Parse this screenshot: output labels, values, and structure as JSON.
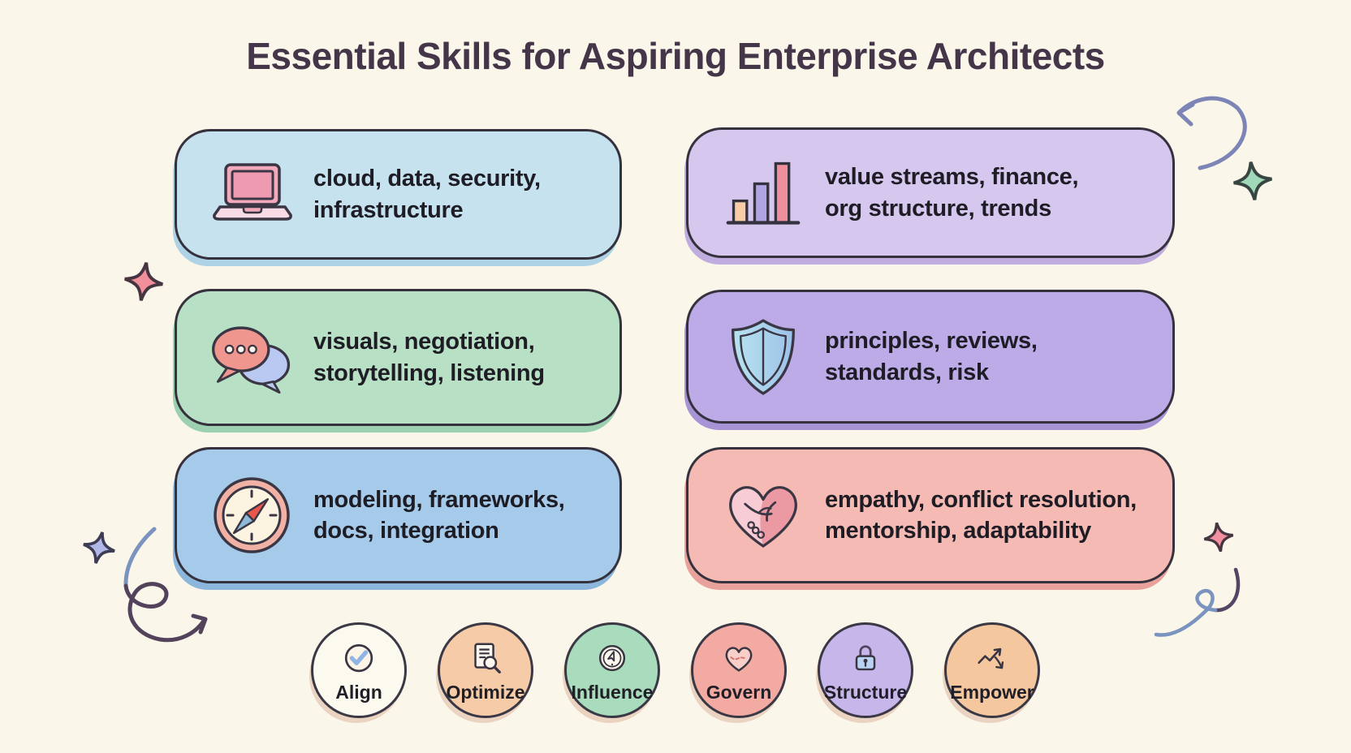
{
  "title": "Essential Skills for Aspiring Enterprise Architects",
  "colors": {
    "background": "#faf6e9",
    "title_text": "#443549",
    "card_text": "#1e1c24",
    "outline": "#35323e"
  },
  "cards": [
    {
      "icon": "laptop-icon",
      "line1": "cloud, data, security,",
      "line2": "infrastructure",
      "bg": "#c6e2ef",
      "shadow": "#aed3e6"
    },
    {
      "icon": "bar-chart-icon",
      "line1": "value streams, finance,",
      "line2": "org structure, trends",
      "bg": "#d5c7ee",
      "shadow": "#c0addf"
    },
    {
      "icon": "chat-bubbles-icon",
      "line1": "visuals, negotiation,",
      "line2": "storytelling, listening",
      "bg": "#b7e0c5",
      "shadow": "#9dd0b0"
    },
    {
      "icon": "shield-icon",
      "line1": "principles, reviews,",
      "line2": "standards, risk",
      "bg": "#bcabe6",
      "shadow": "#a694d7"
    },
    {
      "icon": "compass-icon",
      "line1": "modeling, frameworks,",
      "line2": "docs, integration",
      "bg": "#a6cae9",
      "shadow": "#8db6dc"
    },
    {
      "icon": "handshake-heart-icon",
      "line1": "empathy, conflict resolution,",
      "line2": "mentorship, adaptability",
      "bg": "#f4bab3",
      "shadow": "#e9a29b"
    }
  ],
  "badges": [
    {
      "label": "Align",
      "icon": "check-circle-icon",
      "bg": "#fcf9ef"
    },
    {
      "label": "Optimize",
      "icon": "document-search-icon",
      "bg": "#f5cba8"
    },
    {
      "label": "Influence",
      "icon": "gauge-arrow-icon",
      "bg": "#a9dcbd"
    },
    {
      "label": "Govern",
      "icon": "heart-icon",
      "bg": "#f2aaa2"
    },
    {
      "label": "Structure",
      "icon": "padlock-icon",
      "bg": "#c7b6ea"
    },
    {
      "label": "Empower",
      "icon": "trend-arrows-icon",
      "bg": "#f4c79e"
    }
  ],
  "decorations": {
    "curved_arrow": {
      "color": "#7d84b6"
    },
    "sparkle_green": {
      "color": "#9fd9ba",
      "outline": "#394540"
    },
    "sparkle_pink_left": {
      "color": "#f28f9b",
      "outline": "#463540"
    },
    "sparkle_lavender": {
      "color": "#b1b8e7",
      "outline": "#3e3c55"
    },
    "sparkle_pink_right": {
      "color": "#f28fa0",
      "outline": "#463540"
    },
    "loop_arrow": {
      "blue": "#7b93bf",
      "dark": "#53425c"
    },
    "curl_line": {
      "blue": "#7b93bf",
      "dark": "#554565"
    }
  }
}
